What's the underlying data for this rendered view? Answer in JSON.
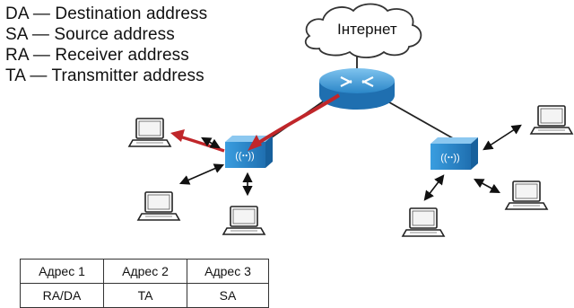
{
  "legend": [
    "DA — Destination address",
    "SA — Source address",
    "RA — Receiver address",
    "TA — Transmitter address"
  ],
  "cloud": {
    "label": "Інтернет"
  },
  "table": {
    "headers": [
      "Адрес 1",
      "Адрес 2",
      "Адрес 3"
    ],
    "values": [
      "RA/DA",
      "TA",
      "SA"
    ]
  },
  "icons": {
    "router": "router-icon",
    "access_point": "wireless-access-point-icon",
    "laptop": "laptop-icon",
    "cloud": "cloud-icon"
  },
  "colors": {
    "device_blue": "#2f8fd0",
    "frame_arrow": "#c0262a",
    "link_line": "#222222"
  }
}
